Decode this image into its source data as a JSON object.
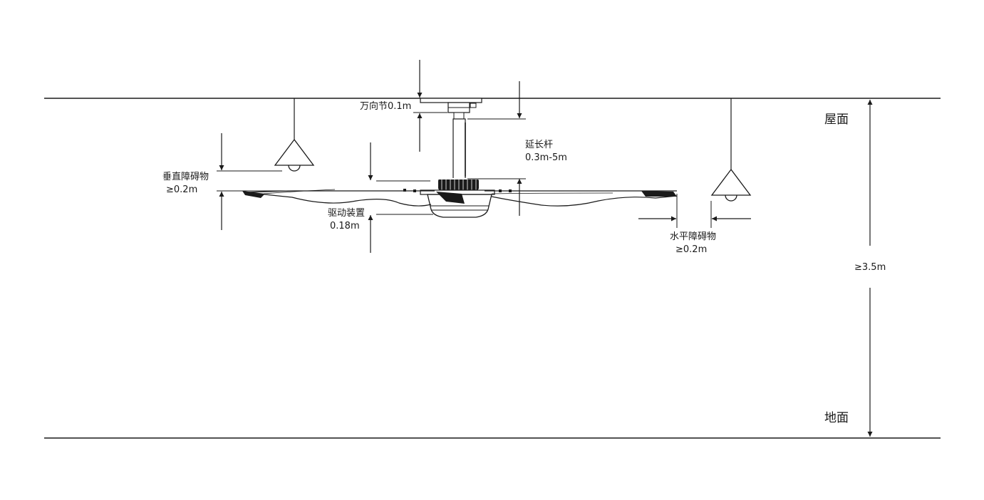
{
  "labels": {
    "roof": "屋面",
    "ground": "地面",
    "universal_joint": "万向节0.1m",
    "extension_rod_title": "延长杆",
    "extension_rod_value": "0.3m-5m",
    "vertical_obstacle_title": "垂直障碍物",
    "vertical_obstacle_value": "≥0.2m",
    "drive_unit_title": "驱动装置",
    "drive_unit_value": "0.18m",
    "horizontal_obstacle_title": "水平障碍物",
    "horizontal_obstacle_value": "≥0.2m",
    "total_height": "≥3.5m"
  },
  "colors": {
    "line": "#1a1a1a",
    "background": "#ffffff"
  }
}
